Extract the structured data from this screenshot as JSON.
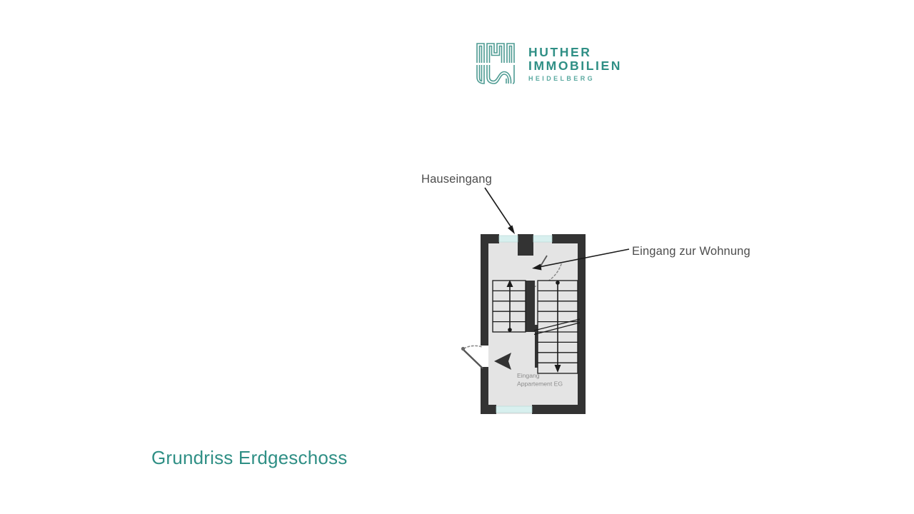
{
  "brand": {
    "line1": "HUTHER",
    "line2": "IMMOBILIEN",
    "line3": "HEIDELBERG",
    "color": "#2f8f85",
    "sub_color": "#5aa9a0",
    "mark_name": "huther-logo-mark"
  },
  "callouts": {
    "house_entrance": "Hauseingang",
    "apartment_entrance": "Eingang zur Wohnung"
  },
  "plan": {
    "room_label_line1": "Eingang",
    "room_label_line2": "Appartement EG",
    "wall_color": "#333333",
    "floor_color": "#e4e4e4",
    "window_color": "#d8f0ef",
    "stair_line_color": "#1a1a1a",
    "room_label_color": "#8c8c8c",
    "stairs_up_direction": "up",
    "stairs_down_direction": "down",
    "stairs_up_treads": 5,
    "stairs_down_treads": 9
  },
  "title": {
    "text": "Grundriss Erdgeschoss",
    "color": "#2f8f85"
  }
}
